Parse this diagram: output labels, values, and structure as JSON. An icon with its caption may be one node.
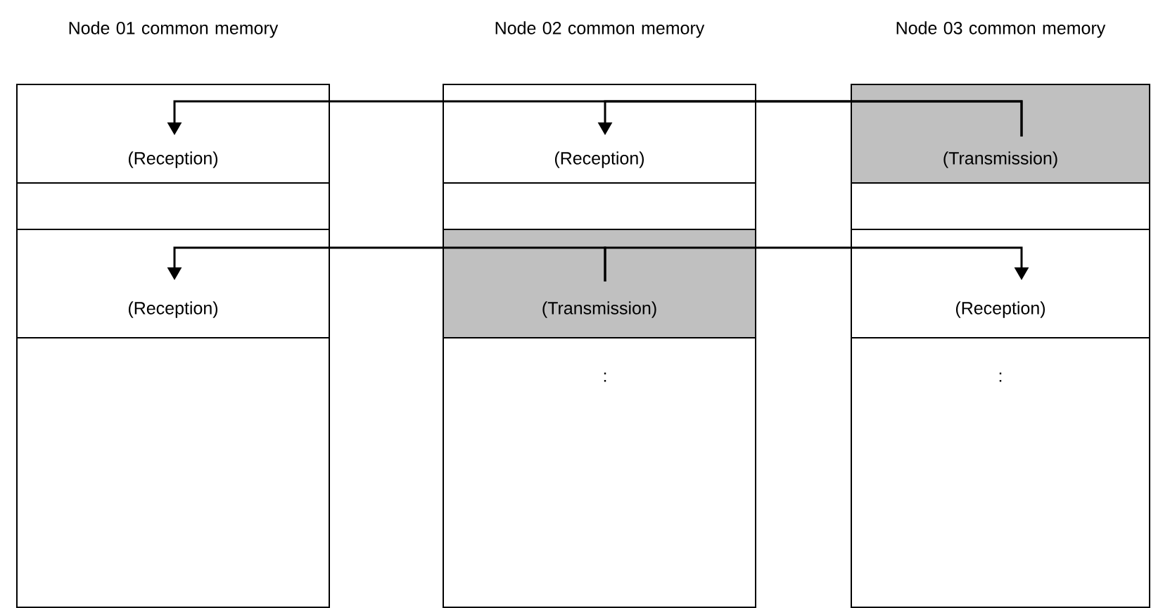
{
  "diagram": {
    "nodes": [
      {
        "text": [
          "Node 01 common memory"
        ]
      },
      {
        "text": [
          "(Reception)"
        ],
        "in": 0
      },
      {
        "text": [
          "(Reception)"
        ],
        "in": 0
      },
      {
        "text": [
          "Node 02 common memory"
        ]
      },
      {
        "text": [
          "(Reception)"
        ],
        "in": 3
      },
      {
        "text": [
          "(Transmission)"
        ],
        "in": 3
      },
      {
        "text": [
          "Node 03 common memory"
        ]
      },
      {
        "text": [
          "(Transmission)"
        ],
        "in": 6
      },
      {
        "text": [
          "(Reception)"
        ],
        "in": 6
      }
    ],
    "edges": [
      {
        "from": 7,
        "to": 1,
        "arrow": "to"
      },
      {
        "from": 7,
        "to": 4,
        "arrow": "to"
      },
      {
        "from": 5,
        "to": 2,
        "arrow": "to"
      },
      {
        "from": 5,
        "to": 8,
        "arrow": "to"
      }
    ],
    "labels": [
      ":",
      ":"
    ]
  }
}
